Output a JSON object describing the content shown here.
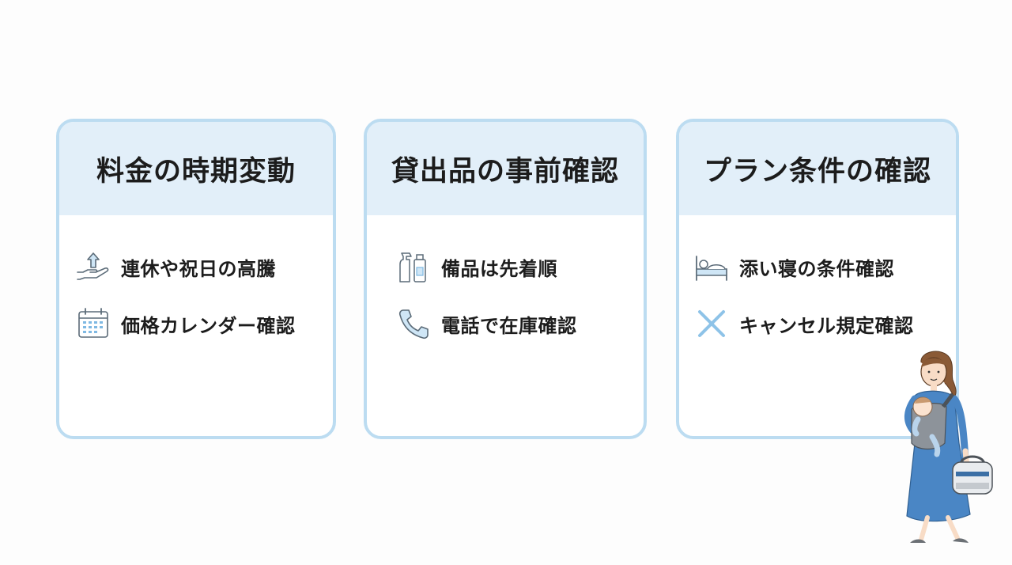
{
  "cards": [
    {
      "title": "料金の時期変動",
      "items": [
        {
          "icon": "hand-arrow-up-icon",
          "label": "連休や祝日の高騰"
        },
        {
          "icon": "calendar-icon",
          "label": "価格カレンダー確認"
        }
      ]
    },
    {
      "title": "貸出品の事前確認",
      "items": [
        {
          "icon": "bottles-icon",
          "label": "備品は先着順"
        },
        {
          "icon": "phone-icon",
          "label": "電話で在庫確認"
        }
      ]
    },
    {
      "title": "プラン条件の確認",
      "items": [
        {
          "icon": "bed-icon",
          "label": "添い寝の条件確認"
        },
        {
          "icon": "x-mark-icon",
          "label": "キャンセル規定確認"
        }
      ]
    }
  ],
  "colors": {
    "card_border": "#bcdcf1",
    "card_header_bg": "#e2eff9",
    "icon_stroke": "#5b6b78",
    "icon_accent": "#7fb9e3"
  },
  "illustration": {
    "icon": "mother-with-baby-carrier-illustration"
  }
}
